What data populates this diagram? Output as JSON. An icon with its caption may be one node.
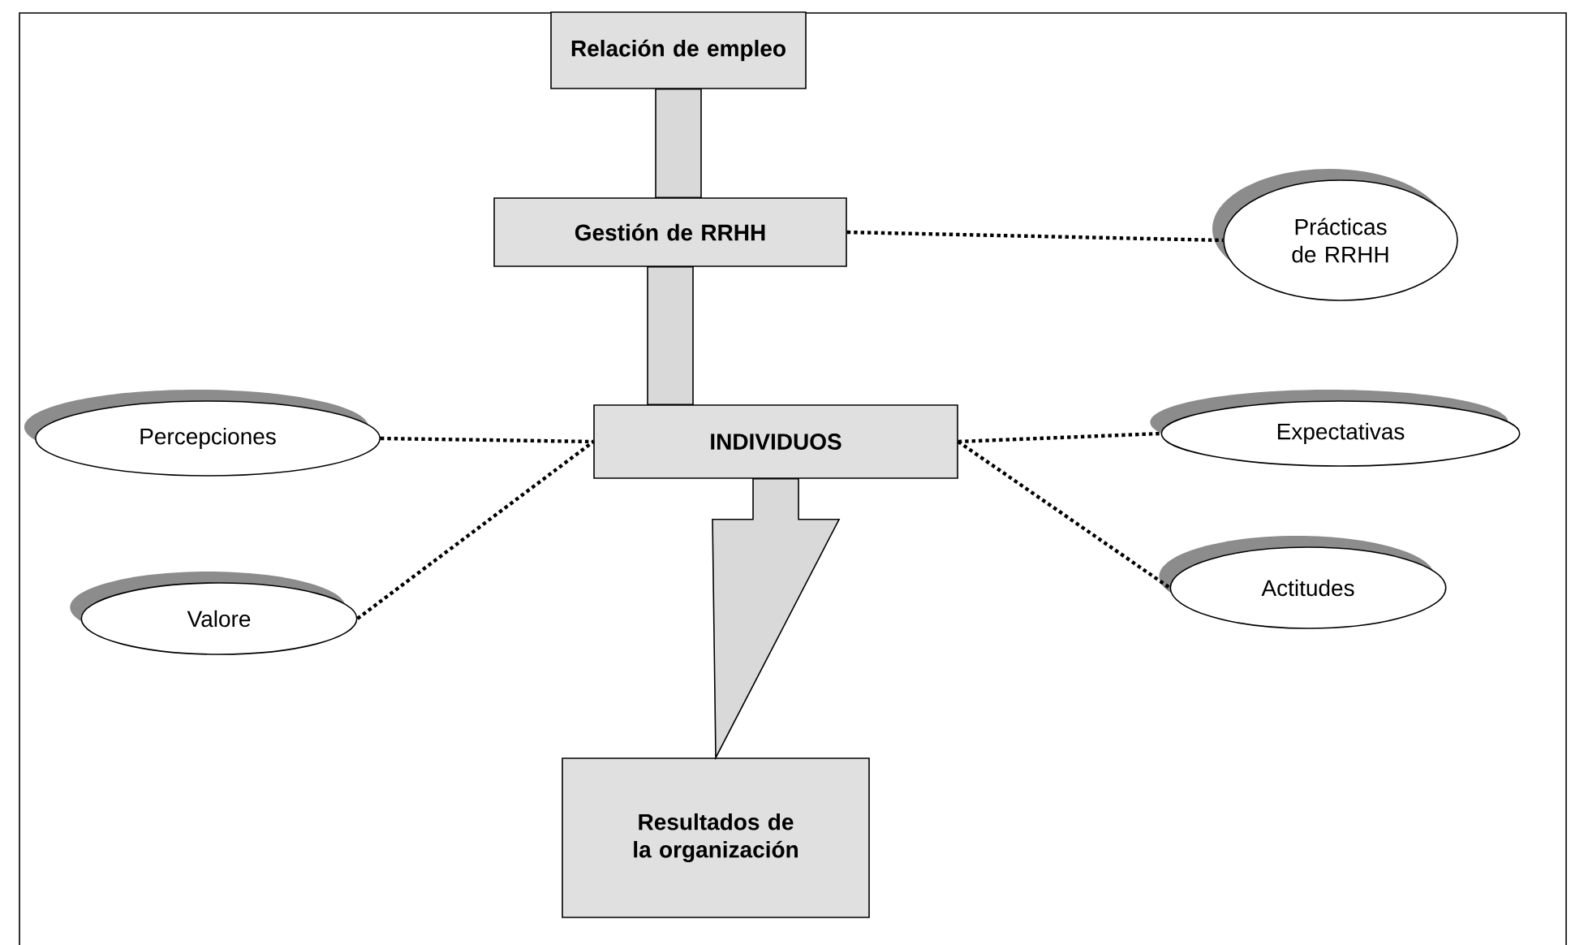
{
  "diagram": {
    "nodes": [
      {
        "text": [
          "Relación de empleo"
        ]
      },
      {
        "text": [
          "Gestión de RRHH"
        ]
      },
      {
        "text": [
          "Prácticas de RRHH"
        ]
      },
      {
        "text": [
          "Percepciones"
        ]
      },
      {
        "text": [
          "INDIVIDUOS"
        ]
      },
      {
        "text": [
          "Expectativas"
        ]
      },
      {
        "text": [
          "Valore"
        ]
      },
      {
        "text": [
          "Actitudes"
        ]
      },
      {
        "text": [
          "Resultados de la organización"
        ]
      }
    ],
    "edges": [
      {
        "from": 0,
        "to": 1,
        "arrow": "none",
        "style": "thick"
      },
      {
        "from": 1,
        "to": 4,
        "arrow": "none",
        "style": "thick"
      },
      {
        "from": 4,
        "to": 8,
        "arrow": "to",
        "style": "thick"
      },
      {
        "from": 1,
        "to": 2,
        "arrow": "none"
      },
      {
        "from": 3,
        "to": 4,
        "arrow": "none"
      },
      {
        "from": 4,
        "to": 5,
        "arrow": "none"
      },
      {
        "from": 6,
        "to": 4,
        "arrow": "none"
      },
      {
        "from": 4,
        "to": 7,
        "arrow": "none"
      }
    ]
  }
}
